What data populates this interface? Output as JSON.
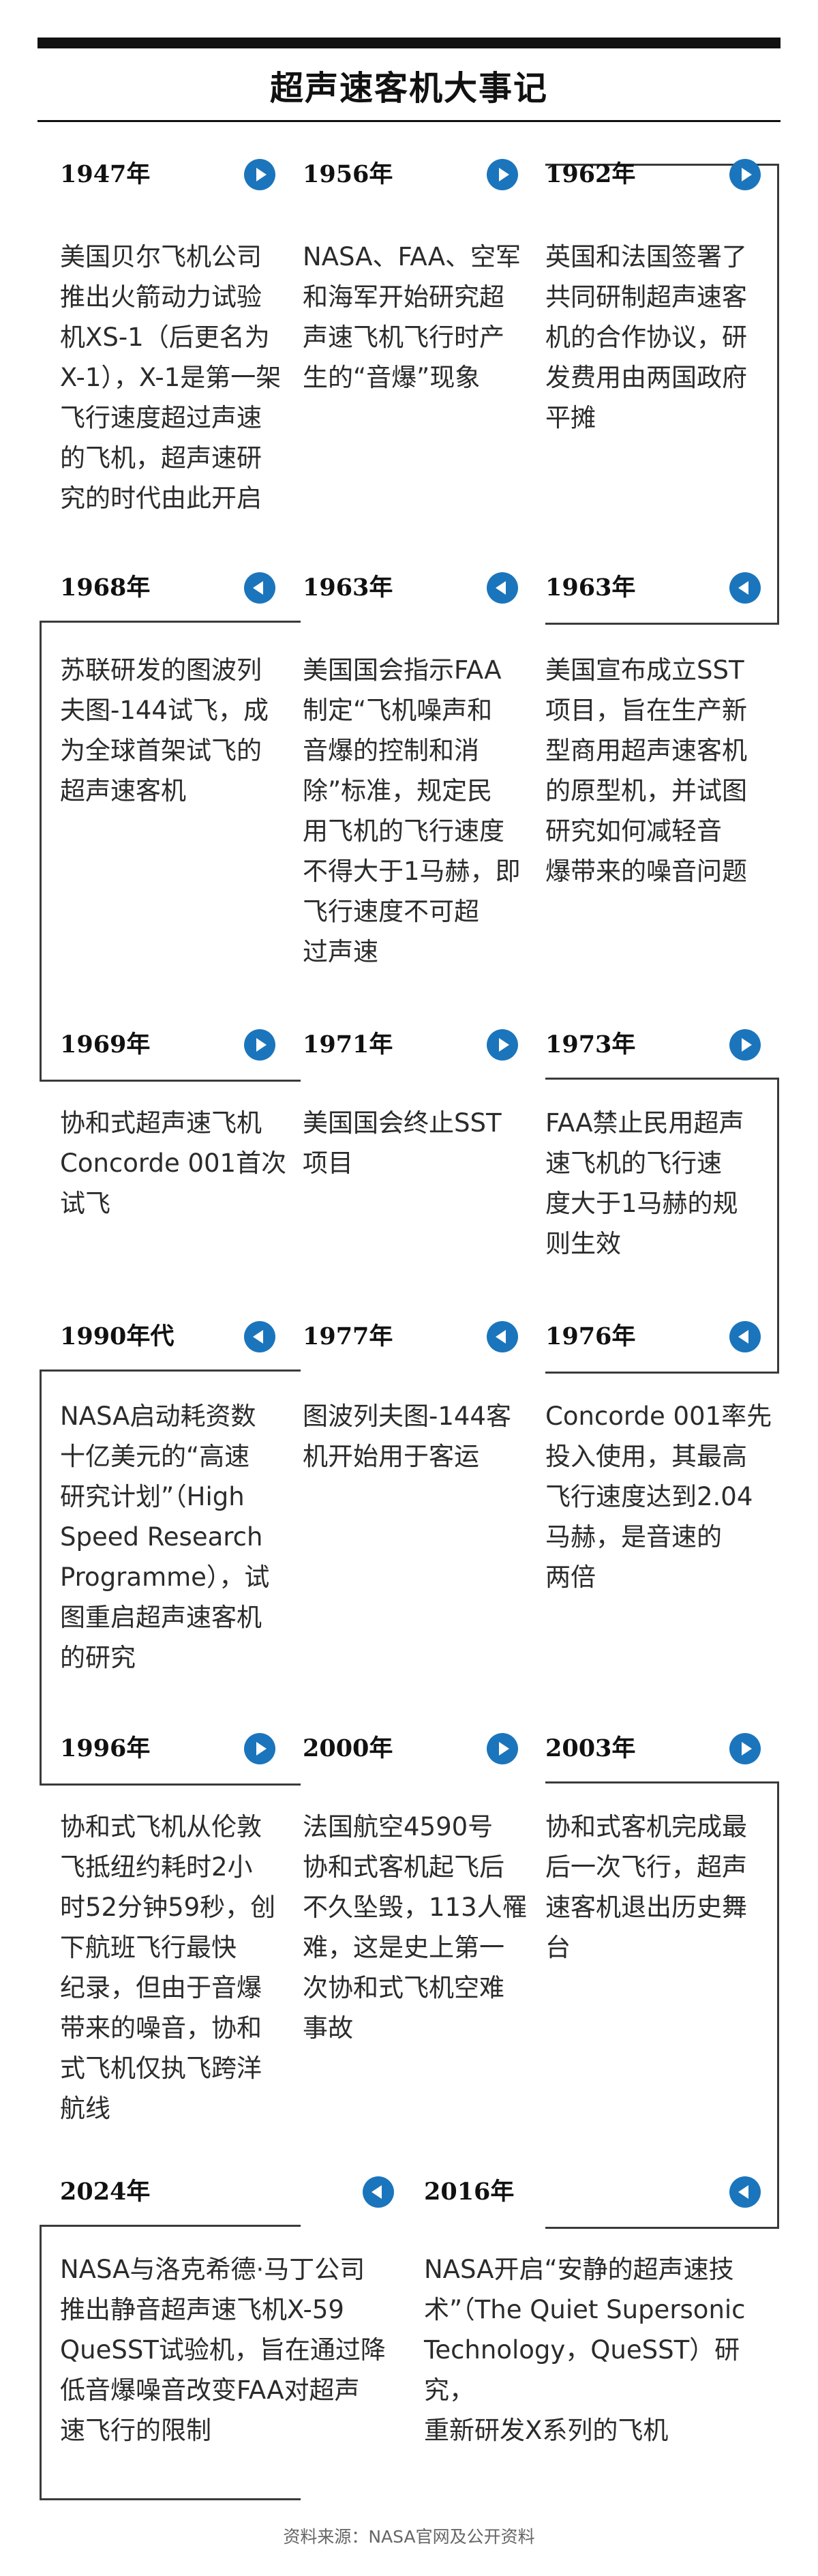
{
  "title": "超声速客机大事记",
  "source": "资料来源：NASA官网及公开资料",
  "colors": {
    "accent": "#1b75bc",
    "text": "#2b2b2b",
    "rule": "#111111"
  },
  "row1": {
    "c1": {
      "year": "1947年",
      "direction": "right",
      "text": "美国贝尔飞机公司\n推出火箭动力试验\n机XS-1（后更名为\nX-1），X-1是第一架\n飞行速度超过声速\n的飞机，超声速研\n究的时代由此开启"
    },
    "c2": {
      "year": "1956年",
      "direction": "right",
      "text": "NASA、FAA、空军\n和海军开始研究超\n声速飞机飞行时产\n生的“音爆”现象"
    },
    "c3": {
      "year": "1962年",
      "direction": "right",
      "text": "英国和法国签署了\n共同研制超声速客\n机的合作协议，研\n发费用由两国政府\n平摊"
    }
  },
  "row2": {
    "c1": {
      "year": "1968年",
      "direction": "left",
      "text": "苏联研发的图波列\n夫图-144试飞，成\n为全球首架试飞的\n超声速客机"
    },
    "c2": {
      "year": "1963年",
      "direction": "left",
      "text": "美国国会指示FAA\n制定“飞机噪声和\n音爆的控制和消\n除”标准，规定民\n用飞机的飞行速度\n不得大于1马赫，即\n飞行速度不可超\n过声速"
    },
    "c3": {
      "year": "1963年",
      "direction": "left",
      "text": "美国宣布成立SST\n项目，旨在生产新\n型商用超声速客机\n的原型机，并试图\n研究如何减轻音\n爆带来的噪音问题"
    }
  },
  "row3": {
    "c1": {
      "year": "1969年",
      "direction": "right",
      "text": "协和式超声速飞机\nConcorde 001首次\n试飞"
    },
    "c2": {
      "year": "1971年",
      "direction": "right",
      "text": "美国国会终止SST\n项目"
    },
    "c3": {
      "year": "1973年",
      "direction": "right",
      "text": "FAA禁止民用超声\n速飞机的飞行速\n度大于1马赫的规\n则生效"
    }
  },
  "row4": {
    "c1": {
      "year": "1990年代",
      "direction": "left",
      "text": "NASA启动耗资数\n十亿美元的“高速\n研究计划”（High\nSpeed Research\nProgramme），试\n图重启超声速客机\n的研究"
    },
    "c2": {
      "year": "1977年",
      "direction": "left",
      "text": "图波列夫图-144客\n机开始用于客运"
    },
    "c3": {
      "year": "1976年",
      "direction": "left",
      "text": "Concorde 001率先\n投入使用，其最高\n飞行速度达到2.04\n马赫，是音速的\n两倍"
    }
  },
  "row5": {
    "c1": {
      "year": "1996年",
      "direction": "right",
      "text": "协和式飞机从伦敦\n飞抵纽约耗时2小\n时52分钟59秒，创\n下航班飞行最快\n纪录，但由于音爆\n带来的噪音，协和\n式飞机仅执飞跨洋\n航线"
    },
    "c2": {
      "year": "2000年",
      "direction": "right",
      "text": "法国航空4590号\n协和式客机起飞后\n不久坠毁，113人罹\n难，这是史上第一\n次协和式飞机空难\n事故"
    },
    "c3": {
      "year": "2003年",
      "direction": "right",
      "text": "协和式客机完成最\n后一次飞行，超声\n速客机退出历史舞\n台"
    }
  },
  "row6": {
    "c1": {
      "year": "2024年",
      "direction": "left",
      "text": "NASA与洛克希德·马丁公司\n推出静音超声速飞机X-59\nQueSST试验机，旨在通过降\n低音爆噪音改变FAA对超声\n速飞行的限制"
    },
    "c2": {
      "year": "2016年",
      "direction": "left",
      "text": "NASA开启“安静的超声速技\n术”（The Quiet Supersonic\nTechnology，QueSST）研究，\n重新研发X系列的飞机"
    }
  }
}
